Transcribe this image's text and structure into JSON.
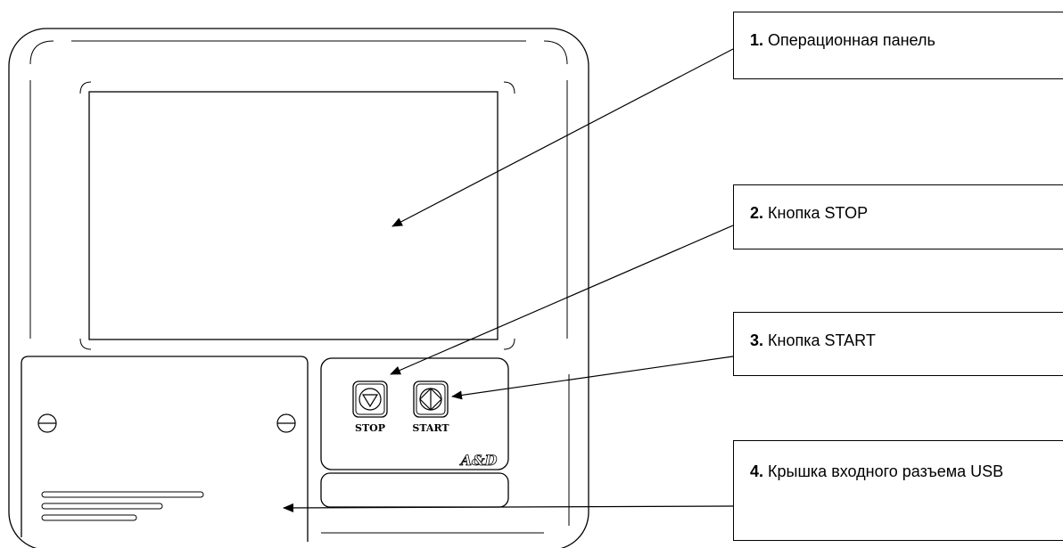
{
  "device": {
    "stop_label": "STOP",
    "start_label": "START",
    "brand_logo": "A&D"
  },
  "callouts": [
    {
      "num": "1.",
      "text": "Операционная панель"
    },
    {
      "num": "2.",
      "text": "Кнопка STOP"
    },
    {
      "num": "3.",
      "text": "Кнопка START"
    },
    {
      "num": "4.",
      "text": "Крышка входного разъема USB"
    }
  ],
  "icons": [
    "stop-triangle-icon",
    "start-diamond-icon",
    "screw-icon"
  ]
}
